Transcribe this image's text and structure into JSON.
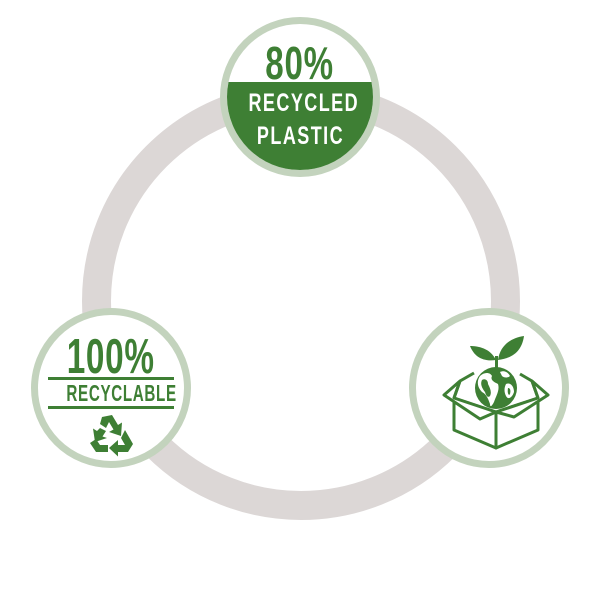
{
  "colors": {
    "brand_green": "#3e7f34",
    "badge_border": "#c3d3bd",
    "ring_gray": "#dcd7d6",
    "background": "#ffffff"
  },
  "badges": {
    "top": {
      "percent": "80%",
      "line1": "RECYCLED",
      "line2": "PLASTIC"
    },
    "left": {
      "percent": "100%",
      "label": "RECYCLABLE",
      "icon": "recycle-icon"
    },
    "right": {
      "icon": "globe-in-box-with-sprout-icon"
    }
  }
}
